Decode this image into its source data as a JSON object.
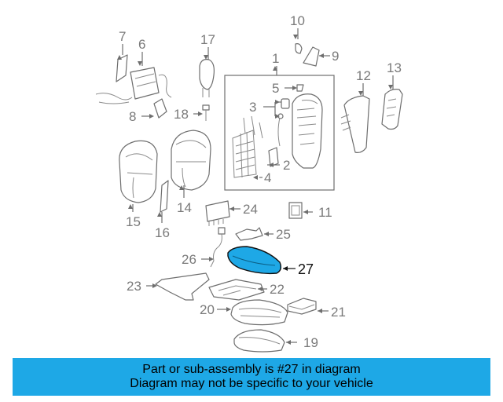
{
  "callouts": [
    {
      "id": "1",
      "label": "1"
    },
    {
      "id": "2",
      "label": "2"
    },
    {
      "id": "3",
      "label": "3"
    },
    {
      "id": "4",
      "label": "4"
    },
    {
      "id": "5",
      "label": "5"
    },
    {
      "id": "6",
      "label": "6"
    },
    {
      "id": "7",
      "label": "7"
    },
    {
      "id": "8",
      "label": "8"
    },
    {
      "id": "9",
      "label": "9"
    },
    {
      "id": "10",
      "label": "10"
    },
    {
      "id": "11",
      "label": "11"
    },
    {
      "id": "12",
      "label": "12"
    },
    {
      "id": "13",
      "label": "13"
    },
    {
      "id": "14",
      "label": "14"
    },
    {
      "id": "15",
      "label": "15"
    },
    {
      "id": "16",
      "label": "16"
    },
    {
      "id": "17",
      "label": "17"
    },
    {
      "id": "18",
      "label": "18"
    },
    {
      "id": "19",
      "label": "19"
    },
    {
      "id": "20",
      "label": "20"
    },
    {
      "id": "21",
      "label": "21"
    },
    {
      "id": "22",
      "label": "22"
    },
    {
      "id": "23",
      "label": "23"
    },
    {
      "id": "24",
      "label": "24"
    },
    {
      "id": "25",
      "label": "25"
    },
    {
      "id": "26",
      "label": "26"
    },
    {
      "id": "27",
      "label": "27"
    }
  ],
  "highlight": {
    "part": "27",
    "color": "#1ea8e6"
  },
  "banner": {
    "line1": "Part or sub-assembly is #27 in diagram",
    "line2": "Diagram may not be specific to your vehicle",
    "background": "#1ea8e6"
  }
}
